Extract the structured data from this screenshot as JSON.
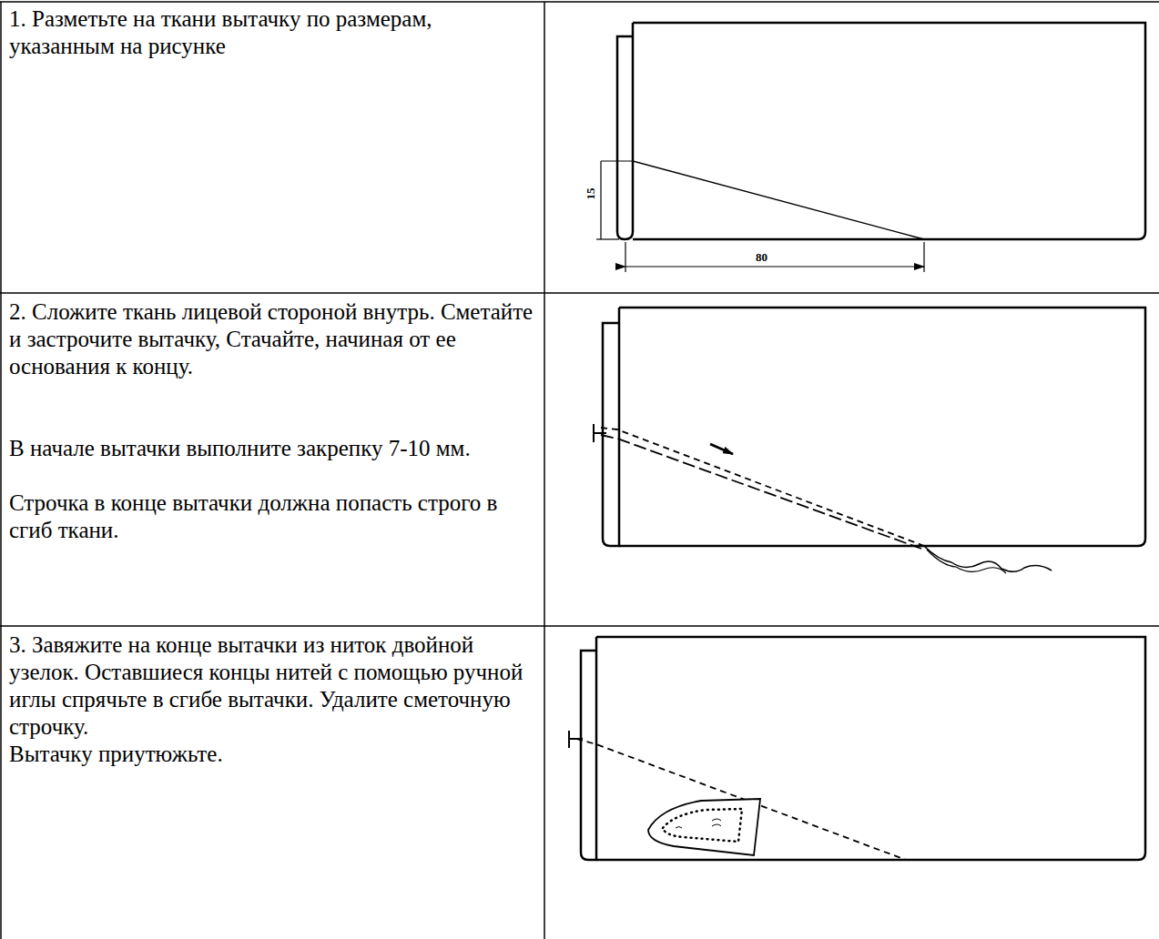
{
  "diagram": {
    "labels": [
      "1. Разметьте на ткани вытачку по размерам, указанным на рисунке",
      "15",
      "80",
      "2. Сложите ткань лицевой стороной внутрь. Сметайте и застрочите вытачку, Стачайте, начиная от ее основания к концу.",
      "В начале вытачки выполните закрепку 7-10 мм.",
      "Строчка в конце вытачки должна попасть строго в сгиб ткани.",
      "3. Завяжите на конце вытачки из ниток двойной узелок. Оставшиеся концы нитей с помощью ручной иглы спрячьте в сгибе вытачки. Удалите сметочную строчку.",
      "Вытачку приутюжьте."
    ]
  }
}
